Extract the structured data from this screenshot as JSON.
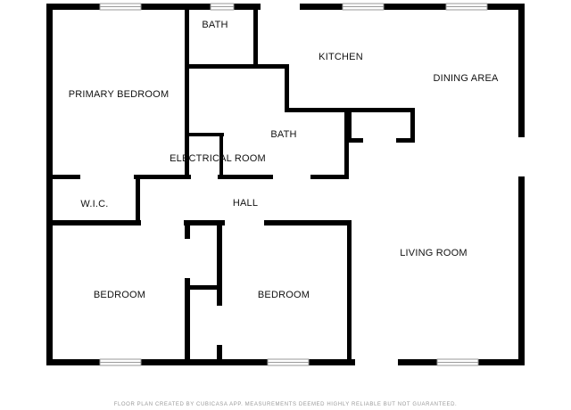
{
  "rooms": {
    "primary_bedroom": "PRIMARY BEDROOM",
    "bath_top": "BATH",
    "kitchen": "KITCHEN",
    "dining_area": "DINING AREA",
    "bath_center": "BATH",
    "electrical_room": "ELECTRICAL ROOM",
    "wic": "W.I.C.",
    "hall": "HALL",
    "living_room": "LIVING ROOM",
    "bedroom_left": "BEDROOM",
    "bedroom_right": "BEDROOM"
  },
  "footer": "FLOOR PLAN CREATED BY CUBICASA APP. MEASUREMENTS DEEMED HIGHLY RELIABLE BUT NOT GUARANTEED."
}
